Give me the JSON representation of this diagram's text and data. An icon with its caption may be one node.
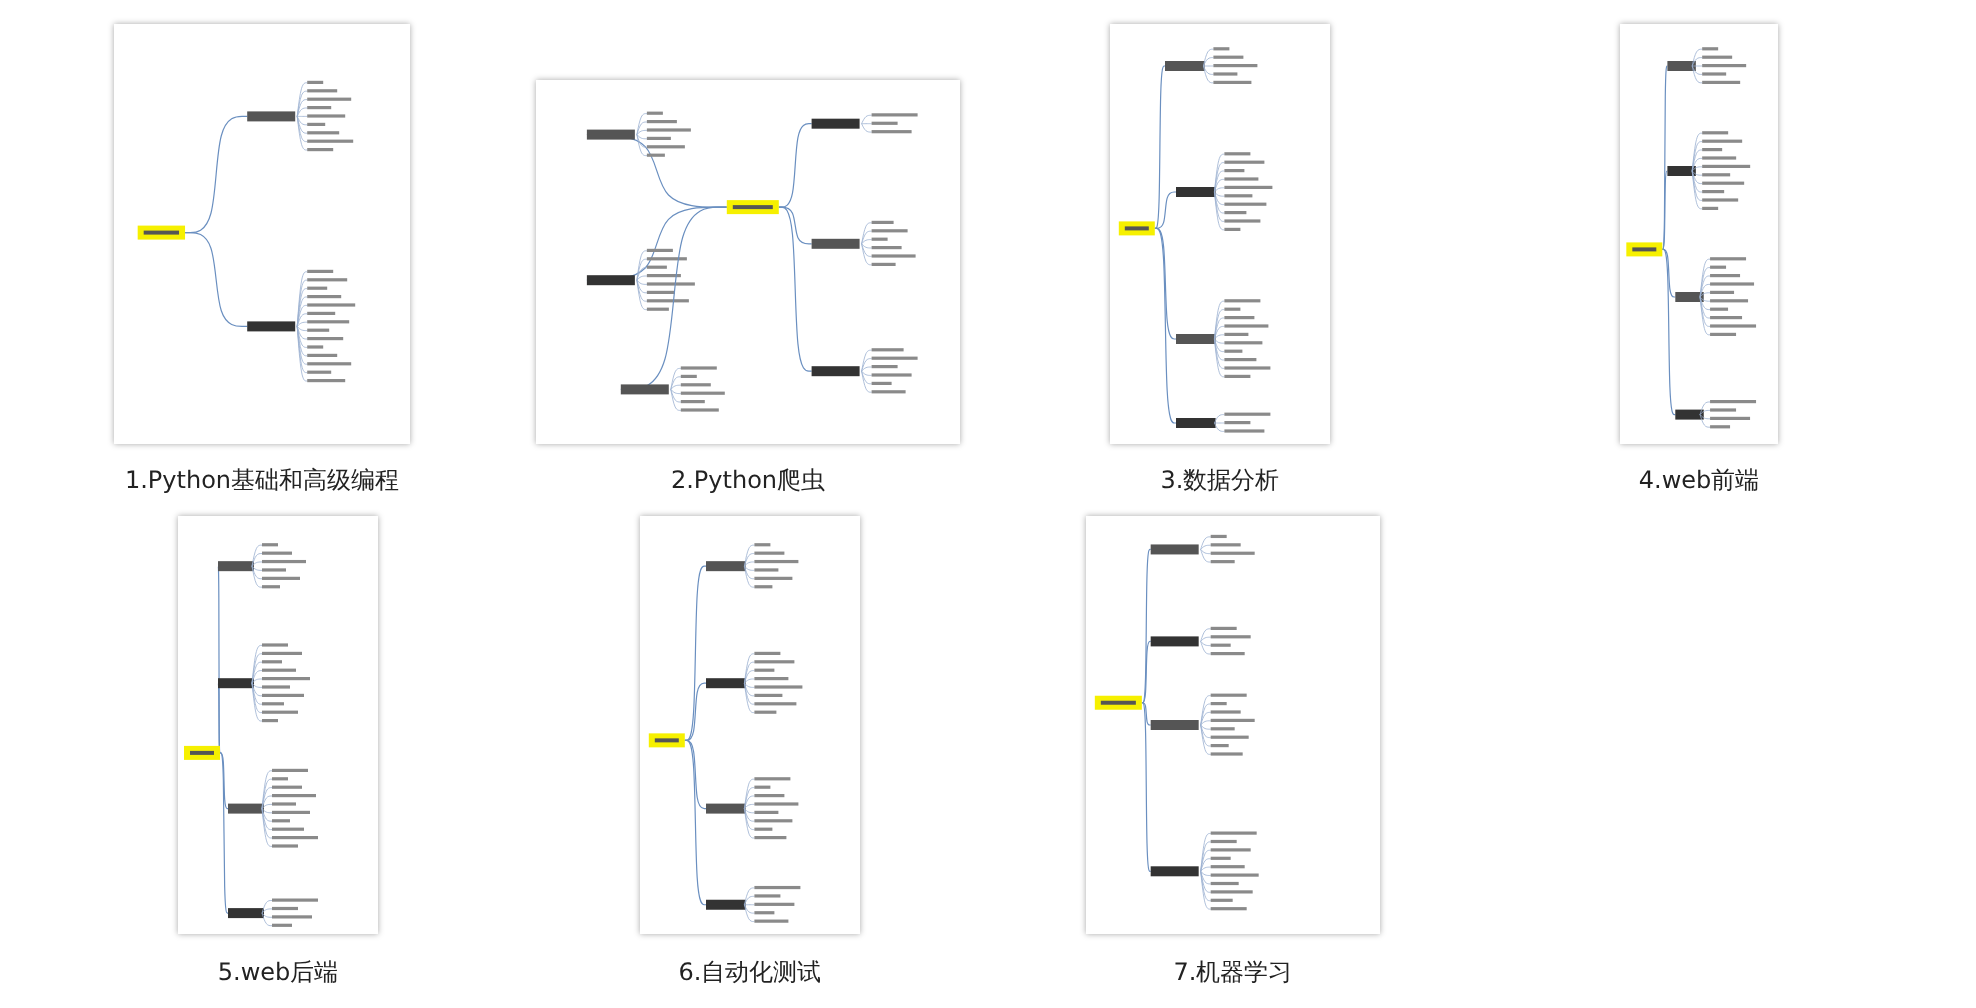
{
  "diagram": {
    "nodes": [
      {
        "text": [
          "1.Python基础和高级编程"
        ]
      },
      {
        "text": [
          "2.Python爬虫"
        ]
      },
      {
        "text": [
          "3.数据分析"
        ]
      },
      {
        "text": [
          "4.web前端"
        ]
      },
      {
        "text": [
          "5.web后端"
        ]
      },
      {
        "text": [
          "6.自动化测试"
        ]
      },
      {
        "text": [
          "7.机器学习"
        ]
      }
    ]
  }
}
